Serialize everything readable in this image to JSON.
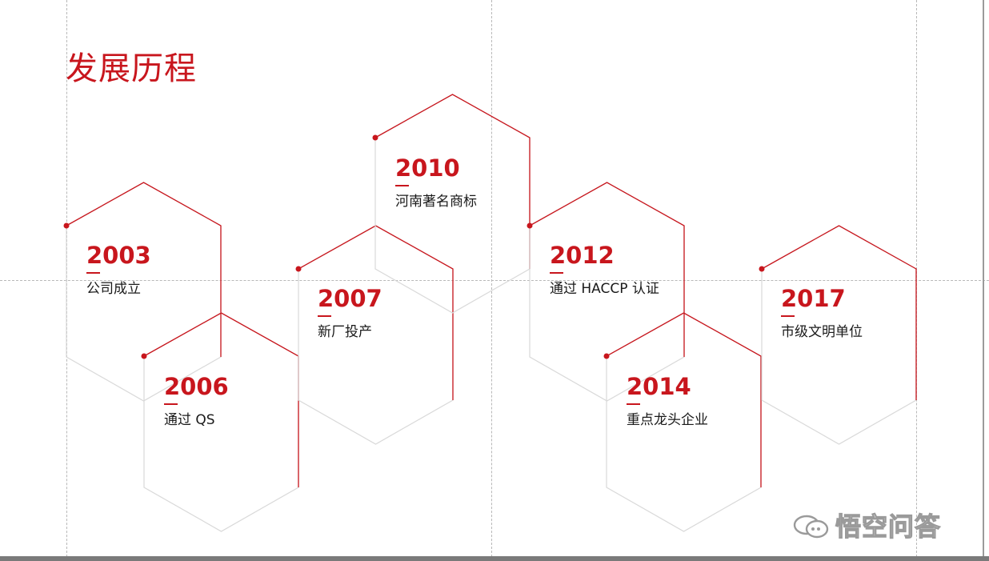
{
  "title": "发展历程",
  "milestones": [
    {
      "year": "2003",
      "text": "公司成立"
    },
    {
      "year": "2006",
      "text": "通过 QS"
    },
    {
      "year": "2007",
      "text": "新厂投产"
    },
    {
      "year": "2010",
      "text": "河南著名商标"
    },
    {
      "year": "2012",
      "text": "通过 HACCP 认证"
    },
    {
      "year": "2014",
      "text": "重点龙头企业"
    },
    {
      "year": "2017",
      "text": "市级文明单位"
    }
  ],
  "watermark": {
    "text": "悟空问答",
    "icon": "chat-bubbles-icon"
  },
  "colors": {
    "accent": "#c8161d",
    "hex_gray": "#d9d9d9",
    "guide": "#b8b8b8"
  }
}
